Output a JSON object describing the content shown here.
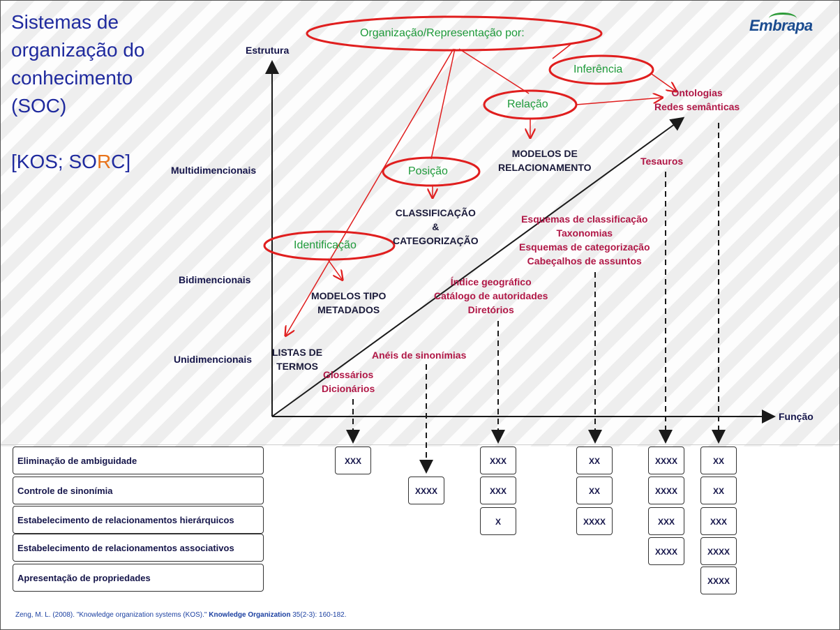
{
  "title": {
    "lines": [
      "Sistemas de",
      "organização do",
      "conhecimento",
      "(SOC)"
    ],
    "kos_prefix": "[KOS; SO",
    "kos_highlight": "R",
    "kos_suffix": "C]"
  },
  "logo": {
    "text": "Embrapa"
  },
  "axes": {
    "y_label": "Estrutura",
    "x_label": "Função",
    "levels": [
      "Multidimencionais",
      "Bidimencionais",
      "Unidimencionais"
    ]
  },
  "ellipses": {
    "organizacao": "Organização/Representação por:",
    "inferencia": "Inferência",
    "relacao": "Relação",
    "posicao": "Posição",
    "identificacao": "Identificação"
  },
  "models": {
    "relacionamento": [
      "MODELOS DE",
      "RELACIONAMENTO"
    ],
    "classificacao": [
      "CLASSIFICAÇÃO",
      "&",
      "CATEGORIZAÇÃO"
    ],
    "metadados": [
      "MODELOS TIPO",
      "METADADOS"
    ],
    "listas": [
      "LISTAS DE",
      "TERMOS"
    ]
  },
  "systems": {
    "ontologias": [
      "Ontologias",
      "Redes semânticas"
    ],
    "tesauros": "Tesauros",
    "esquemas": [
      "Esquemas de classificação",
      "Taxonomias",
      "Esquemas de categorização",
      "Cabeçalhos de assuntos"
    ],
    "indice": [
      "Índice geográfico",
      "Catálogo de autoridades",
      "Diretórios"
    ],
    "aneis": "Anéis de sinonímias",
    "glossarios": [
      "Glossários",
      "Dicionários"
    ]
  },
  "functions": [
    "Eliminação de ambiguidade",
    "Controle de sinonímia",
    "Estabelecimento de relacionamentos hierárquicos",
    "Estabelecimento de relacionamentos associativos",
    "Apresentação de propriedades"
  ],
  "cells": {
    "glossarios": [
      "XXX"
    ],
    "aneis": [
      "XXXX"
    ],
    "indice": [
      "XXX",
      "XXX",
      "X"
    ],
    "esquemas": [
      "XX",
      "XX",
      "XXXX"
    ],
    "tesauros": [
      "XXXX",
      "XXXX",
      "XXX",
      "XXXX"
    ],
    "ontologias": [
      "XX",
      "XX",
      "XXX",
      "XXXX",
      "XXXX"
    ]
  },
  "citation": {
    "text": "Zeng, M. L. (2008). \"Knowledge organization systems (KOS).\" ",
    "journal": "Knowledge Organization",
    "rest": " 35(2-3): 160-182."
  },
  "colors": {
    "ellipse": "#e01e1e",
    "magenta": "#b01746",
    "navy": "#1f2a9e",
    "green": "#1e9a3a"
  }
}
